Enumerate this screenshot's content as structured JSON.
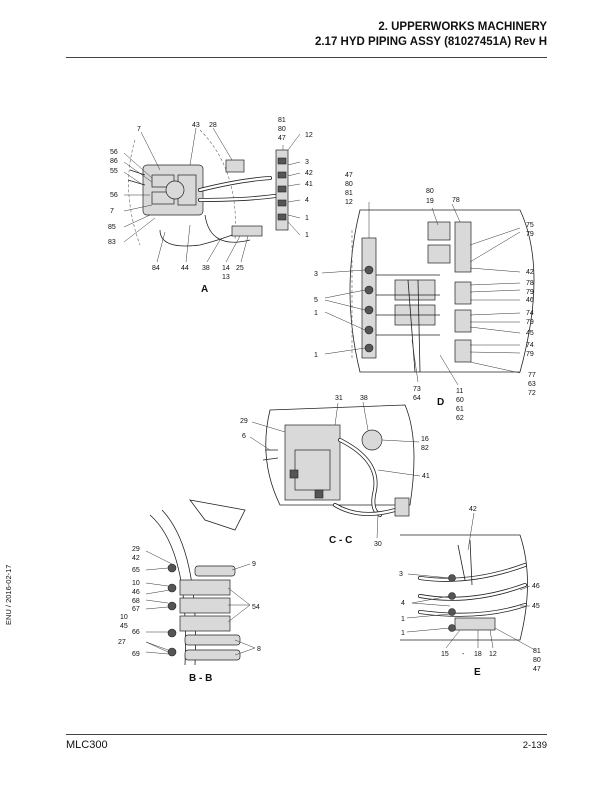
{
  "header": {
    "section": "2. UPPERWORKS MACHINERY",
    "subsection": "2.17 HYD PIPING ASSY (81027451A) Rev H"
  },
  "footer": {
    "model": "MLC300",
    "page": "2-139",
    "side_note": "ENU / 2016-02-17"
  },
  "views": {
    "a": "A",
    "d": "D",
    "cc": "C - C",
    "bb": "B - B",
    "e": "E"
  },
  "callouts_a": [
    "7",
    "43",
    "28",
    "81",
    "80",
    "47",
    "12",
    "56",
    "86",
    "55",
    "3",
    "42",
    "41",
    "56",
    "4",
    "7",
    "1",
    "85",
    "83",
    "1",
    "84",
    "44",
    "38",
    "14",
    "13",
    "25"
  ],
  "callouts_d": [
    "47",
    "80",
    "81",
    "12",
    "80",
    "19",
    "78",
    "75",
    "79",
    "3",
    "42",
    "78",
    "79",
    "5",
    "46",
    "1",
    "74",
    "79",
    "45",
    "1",
    "74",
    "79",
    "73",
    "64",
    "11",
    "60",
    "61",
    "62",
    "77",
    "63",
    "72"
  ],
  "callouts_cc": [
    "31",
    "38",
    "29",
    "6",
    "16",
    "82",
    "41",
    "30"
  ],
  "callouts_bb": [
    "29",
    "42",
    "65",
    "9",
    "10",
    "46",
    "68",
    "10",
    "45",
    "67",
    "54",
    "66",
    "27",
    "69",
    "8"
  ],
  "callouts_e": [
    "42",
    "3",
    "46",
    "4",
    "45",
    "1",
    "1",
    "15",
    "-",
    "18",
    "12",
    "81",
    "80",
    "47"
  ]
}
